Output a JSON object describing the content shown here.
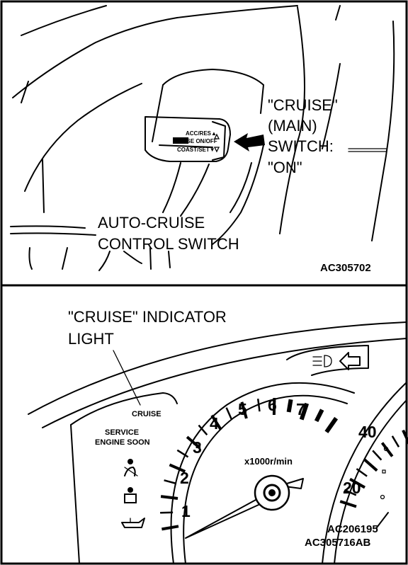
{
  "top_panel": {
    "callout_main_switch": [
      "\"CRUISE\"",
      "(MAIN)",
      "SWITCH:",
      "\"ON\""
    ],
    "callout_control_switch": [
      "AUTO-CRUISE",
      "CONTROL SWITCH"
    ],
    "switch_labels": [
      "ACC/RES▲",
      "CRUISE ON/OFF",
      "COAST/SET▼"
    ],
    "figure_code": "AC305702"
  },
  "bottom_panel": {
    "callout_indicator": [
      "\"CRUISE\" INDICATOR",
      "LIGHT"
    ],
    "indicator_text": "CRUISE",
    "service_text": [
      "SERVICE",
      "ENGINE SOON"
    ],
    "tach_numbers": [
      "1",
      "2",
      "3",
      "4",
      "5",
      "6",
      "7"
    ],
    "tach_unit": "x1000r/min",
    "speedo_numbers": [
      "20",
      "40"
    ],
    "icons": [
      "headlight-icon",
      "turn-signal-arrow-icon",
      "seatbelt-icon",
      "airbag-icon",
      "oil-can-icon"
    ],
    "figure_codes": [
      "AC206195",
      "AC305716AB"
    ]
  }
}
